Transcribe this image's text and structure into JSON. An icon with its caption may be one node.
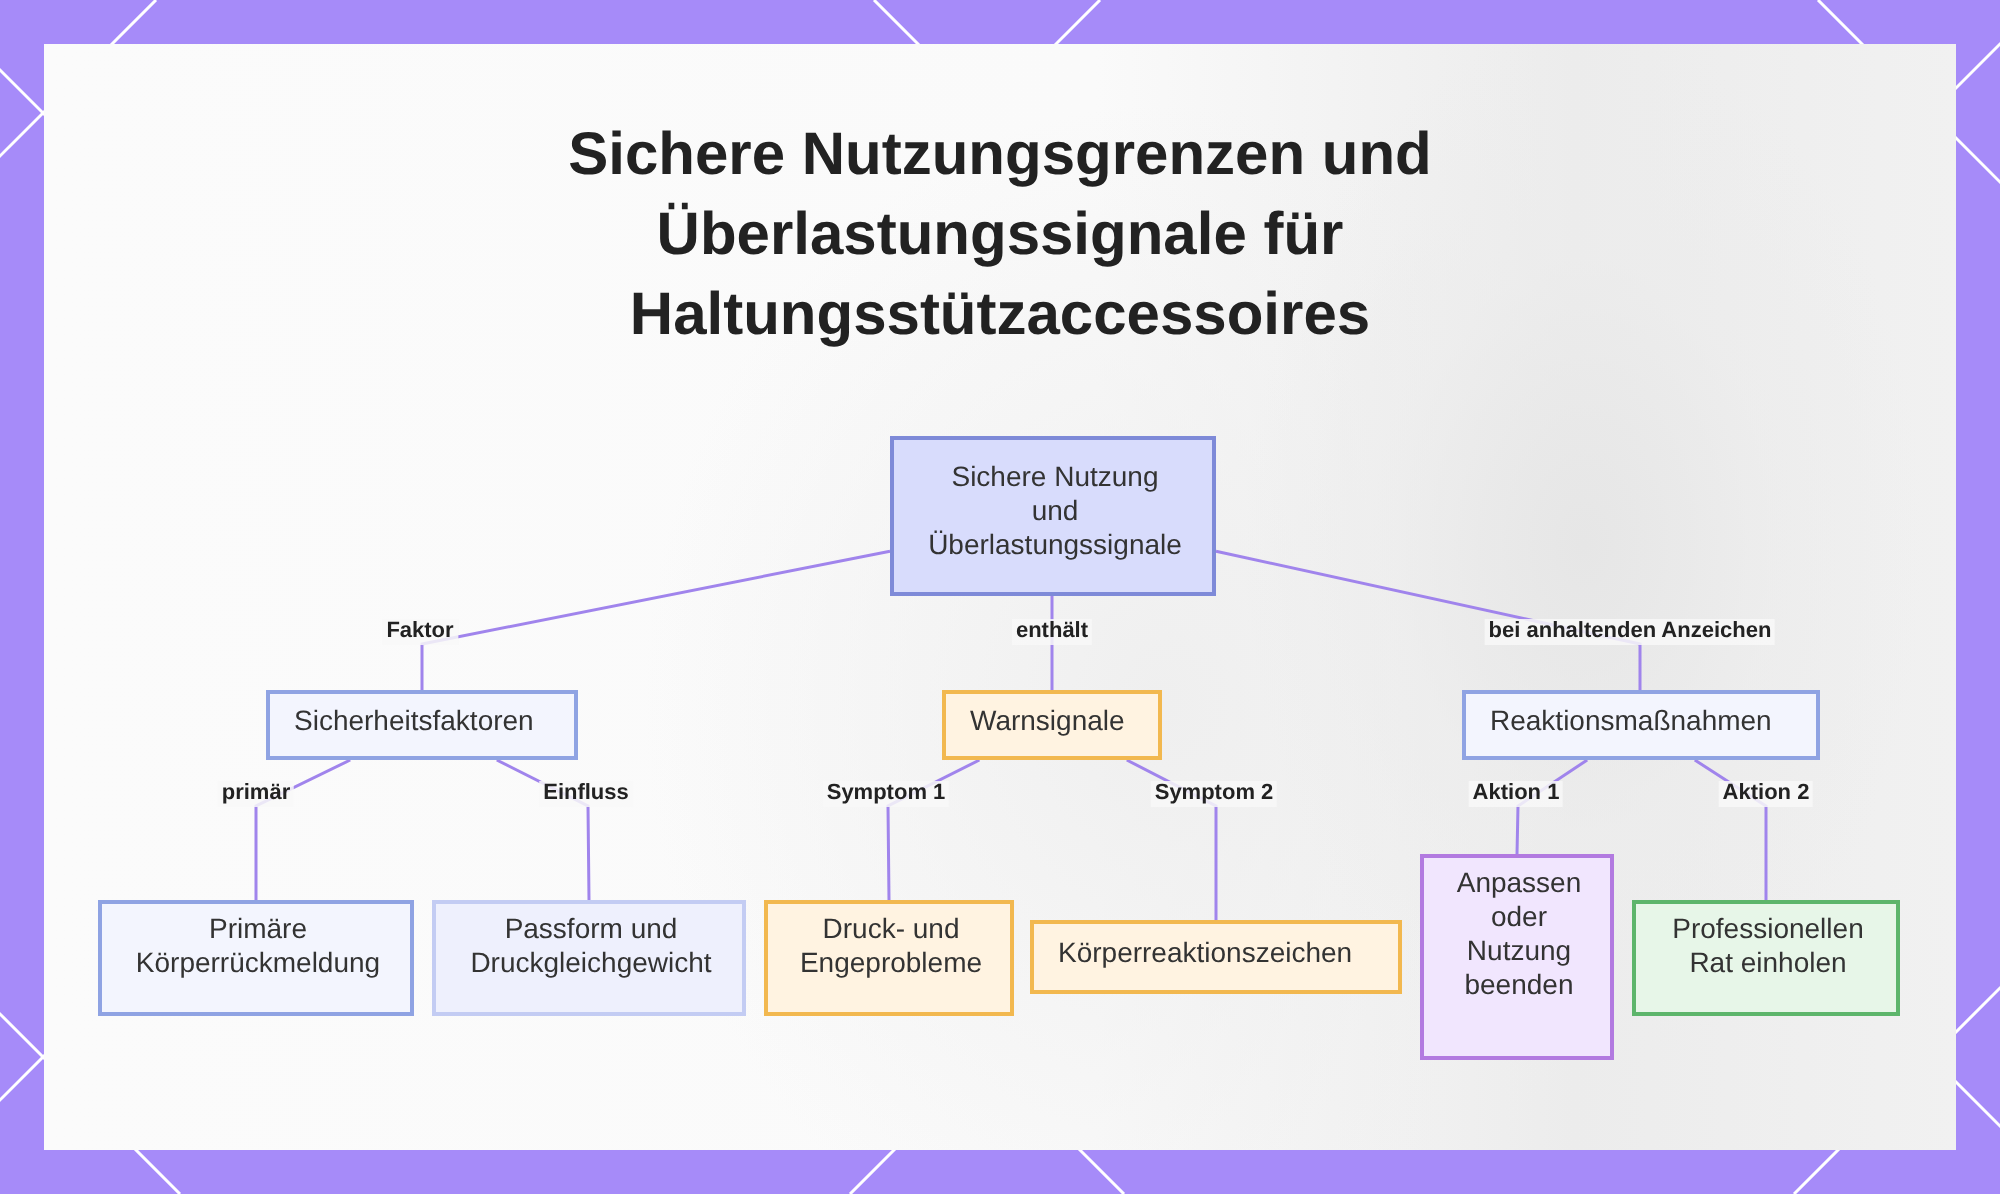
{
  "diagram": {
    "title": "Sichere Nutzungsgrenzen und Überlastungssignale für Haltungsstützaccessoires",
    "nodes": [
      {
        "text": [
          "Sichere Nutzung und Überlastungssignale"
        ]
      },
      {
        "text": [
          "Sicherheitsfaktoren"
        ]
      },
      {
        "text": [
          "Warnsignale"
        ]
      },
      {
        "text": [
          "Reaktionsmaßnahmen"
        ]
      },
      {
        "text": [
          "Primäre Körperrückmeldung"
        ]
      },
      {
        "text": [
          "Passform und Druckgleichgewicht"
        ]
      },
      {
        "text": [
          "Druck- und Engeprobleme"
        ]
      },
      {
        "text": [
          "Körperreaktionszeichen"
        ]
      },
      {
        "text": [
          "Anpassen oder Nutzung beenden"
        ]
      },
      {
        "text": [
          "Professionellen Rat einholen"
        ]
      }
    ],
    "edges": [
      {
        "from": 0,
        "to": 1,
        "arrow": "none",
        "label": "Faktor"
      },
      {
        "from": 0,
        "to": 2,
        "arrow": "none",
        "label": "enthält"
      },
      {
        "from": 0,
        "to": 3,
        "arrow": "none",
        "label": "bei anhaltenden Anzeichen"
      },
      {
        "from": 1,
        "to": 4,
        "arrow": "none",
        "label": "primär"
      },
      {
        "from": 1,
        "to": 5,
        "arrow": "none",
        "label": "Einfluss"
      },
      {
        "from": 2,
        "to": 6,
        "arrow": "none",
        "label": "Symptom 1"
      },
      {
        "from": 2,
        "to": 7,
        "arrow": "none",
        "label": "Symptom 2"
      },
      {
        "from": 3,
        "to": 8,
        "arrow": "none",
        "label": "Aktion 1"
      },
      {
        "from": 3,
        "to": 9,
        "arrow": "none",
        "label": "Aktion 2"
      }
    ]
  }
}
